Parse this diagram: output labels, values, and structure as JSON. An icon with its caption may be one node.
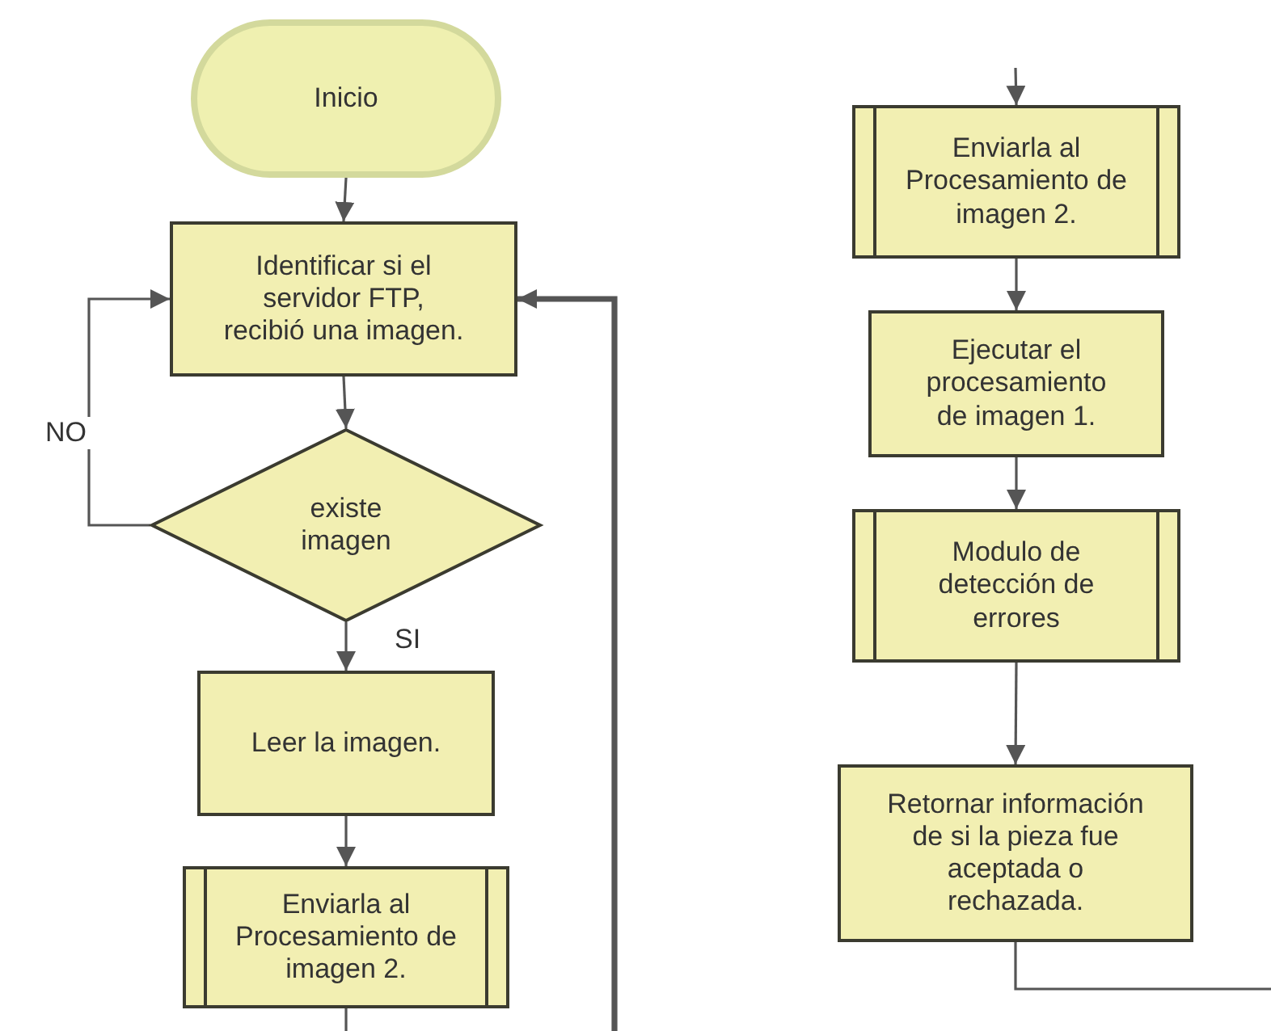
{
  "diagram": {
    "nodes": [
      {
        "text": [
          "Inicio"
        ]
      },
      {
        "text": [
          "Identificar si el servidor FTP, recibió una imagen."
        ]
      },
      {
        "text": [
          "existe imagen"
        ]
      },
      {
        "text": [
          "Leer la imagen."
        ]
      },
      {
        "text": [
          "Enviarla al Procesamiento de imagen 2."
        ]
      },
      {
        "text": [
          "Enviarla al Procesamiento de imagen 2."
        ]
      },
      {
        "text": [
          "Ejecutar el procesamiento de imagen 1."
        ]
      },
      {
        "text": [
          "Modulo de detección de errores"
        ]
      },
      {
        "text": [
          "Retornar información de si la pieza fue aceptada o rechazada."
        ]
      }
    ],
    "edges": [
      {
        "from": 0,
        "to": 1,
        "arrow": "to"
      },
      {
        "from": 1,
        "to": 2,
        "arrow": "to"
      },
      {
        "from": 2,
        "to": 1,
        "arrow": "to",
        "label": "NO"
      },
      {
        "from": 2,
        "to": 3,
        "arrow": "to",
        "label": "SI"
      },
      {
        "from": 3,
        "to": 4,
        "arrow": "to"
      },
      {
        "from": 4,
        "to": null,
        "arrow": "none"
      },
      {
        "from": null,
        "to": 5,
        "arrow": "to"
      },
      {
        "from": 5,
        "to": 6,
        "arrow": "to"
      },
      {
        "from": 6,
        "to": 7,
        "arrow": "to"
      },
      {
        "from": 7,
        "to": 8,
        "arrow": "to"
      },
      {
        "from": 8,
        "to": null,
        "arrow": "none"
      },
      {
        "from": null,
        "to": 1,
        "arrow": "to",
        "style": "thick"
      }
    ]
  }
}
